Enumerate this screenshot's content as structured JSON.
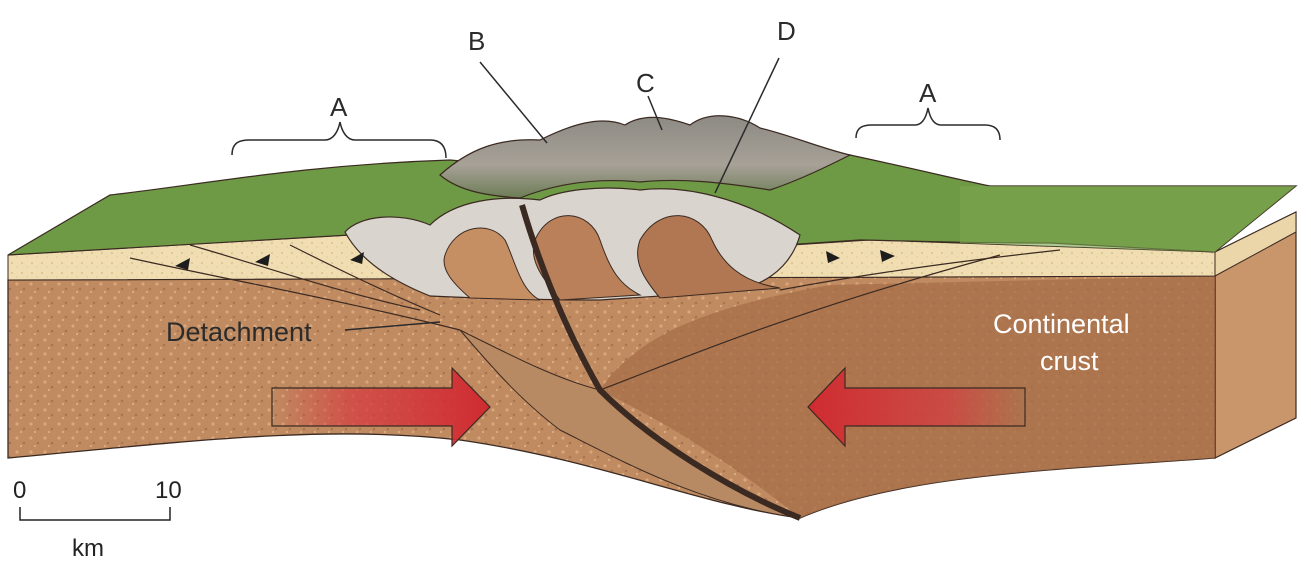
{
  "labels": {
    "a_left": "A",
    "a_right": "A",
    "b": "B",
    "c": "C",
    "d": "D",
    "detachment": "Detachment",
    "crust_line1": "Continental",
    "crust_line2": "crust"
  },
  "scale_bar": {
    "min_label": "0",
    "max_label": "10",
    "unit": "km"
  },
  "colors": {
    "grass": "#6f9a45",
    "grass_side": "#5c8a3a",
    "sediment": "#efdcae",
    "crust": "#b9825a",
    "crust_dark": "#8e5c3c",
    "fold_rock": "#d7d2cc",
    "fault": "#3b2a22",
    "arrow": "#d63a3f"
  }
}
